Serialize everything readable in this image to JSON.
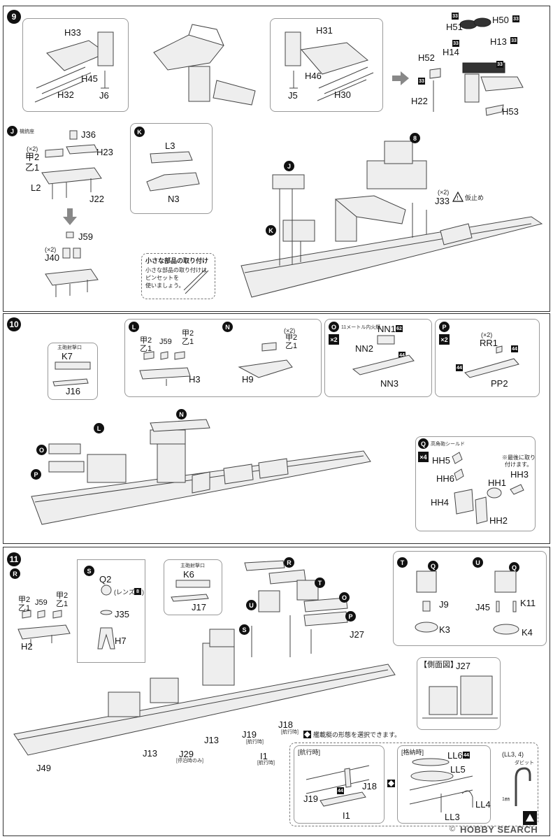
{
  "steps": {
    "s9": "9",
    "s10": "10",
    "s11": "11"
  },
  "step9": {
    "top_left_parts": [
      "H33",
      "H45",
      "J6",
      "H32"
    ],
    "top_right_parts": [
      "H31",
      "H46",
      "J5",
      "H30"
    ],
    "stack_parts": {
      "h51": "H51",
      "h50": "H50",
      "h14": "H14",
      "h13": "H13",
      "h52": "H52",
      "h22": "H22",
      "h53": "H53"
    },
    "paint": "33",
    "J": {
      "tag": "J",
      "note": "機銃座",
      "parts": [
        "J36",
        "H23",
        "甲2",
        "乙1",
        "L2",
        "J22",
        "J59",
        "J40"
      ],
      "x2a": "(×2)",
      "x2b": "(×2)"
    },
    "K": {
      "tag": "K",
      "parts": [
        "L3",
        "N3"
      ]
    },
    "tip": {
      "title": "小さな部品の取り付け",
      "body1": "小さな部品の取り付けは",
      "body2": "ピンセットを",
      "body3": "使いましょう。"
    },
    "main": {
      "tag_j": "J",
      "tag_k": "K",
      "tag_8": "8",
      "j33": "J33",
      "x2": "(×2)",
      "warn": "仮止め"
    }
  },
  "step10": {
    "K7box": {
      "note": "主砲射撃口",
      "parts": [
        "K7",
        "J16"
      ]
    },
    "L": {
      "tag": "L",
      "parts": [
        "甲2",
        "乙1",
        "J59",
        "甲2",
        "乙1",
        "H3"
      ]
    },
    "N": {
      "tag": "N",
      "x2": "(×2)",
      "parts": [
        "甲2",
        "乙1",
        "H9"
      ]
    },
    "O": {
      "tag": "O",
      "note": "11メートル内火艇",
      "mult": "×2",
      "parts": [
        "NN1",
        "NN2",
        "NN3"
      ],
      "paint1": "62",
      "paint2": "44"
    },
    "P": {
      "tag": "P",
      "mult": "×2",
      "x2": "(×2)",
      "parts": [
        "RR1",
        "PP2"
      ],
      "paint": "44"
    },
    "main": {
      "tag_o": "O",
      "tag_p": "P",
      "tag_l": "L",
      "tag_n": "N"
    },
    "Q": {
      "tag": "Q",
      "note": "高角砲シールド",
      "mult": "×4",
      "parts": [
        "HH5",
        "HH6",
        "HH1",
        "HH3",
        "HH4",
        "HH2"
      ],
      "note2a": "※最後に取り",
      "note2b": "付けます。"
    }
  },
  "step11": {
    "R": {
      "tag": "R",
      "parts": [
        "甲2",
        "乙1",
        "J59",
        "甲2",
        "乙1",
        "H2"
      ]
    },
    "S": {
      "tag": "S",
      "parts": [
        "Q2",
        "J35",
        "H7"
      ],
      "lens": "(レンズ",
      "lens_num": "8",
      "lens_close": ")"
    },
    "K6box": {
      "note": "主砲射撃口",
      "parts": [
        "K6",
        "J17"
      ]
    },
    "main": {
      "tag_r": "R",
      "tag_t": "T",
      "tag_o": "O",
      "tag_u": "U",
      "tag_p": "P",
      "tag_s": "S",
      "j27": "J27",
      "j19": "J19",
      "j19_note": "[航行時]",
      "j18": "J18",
      "j18_note": "[航行時]",
      "i1": "I1",
      "i1_note": "[航行時]",
      "j13a": "J13",
      "j13b": "J13",
      "j29": "J29",
      "j29_note": "[停泊時のみ]",
      "j49": "J49",
      "select": "艦載艇の形態を選択できます。"
    },
    "T": {
      "tag": "T",
      "q": "Q",
      "parts": [
        "J9",
        "K3"
      ]
    },
    "U": {
      "tag": "U",
      "q": "Q",
      "parts": [
        "J45",
        "K11",
        "K4"
      ]
    },
    "side": {
      "title": "【側面図】",
      "part": "J27"
    },
    "sailing": {
      "title": "[航行時]",
      "parts": [
        "J19",
        "J18",
        "I1"
      ],
      "paint": "44"
    },
    "stowed": {
      "title": "[格納時]",
      "parts": [
        "LL6",
        "LL5",
        "LL4",
        "LL3"
      ],
      "paint": "44"
    },
    "ll34": {
      "title": "(LL3, 4)",
      "note": "ダビット",
      "dim": "1㎜"
    }
  },
  "watermark": "HOBBY SEARCH",
  "watermark_copy": "©"
}
